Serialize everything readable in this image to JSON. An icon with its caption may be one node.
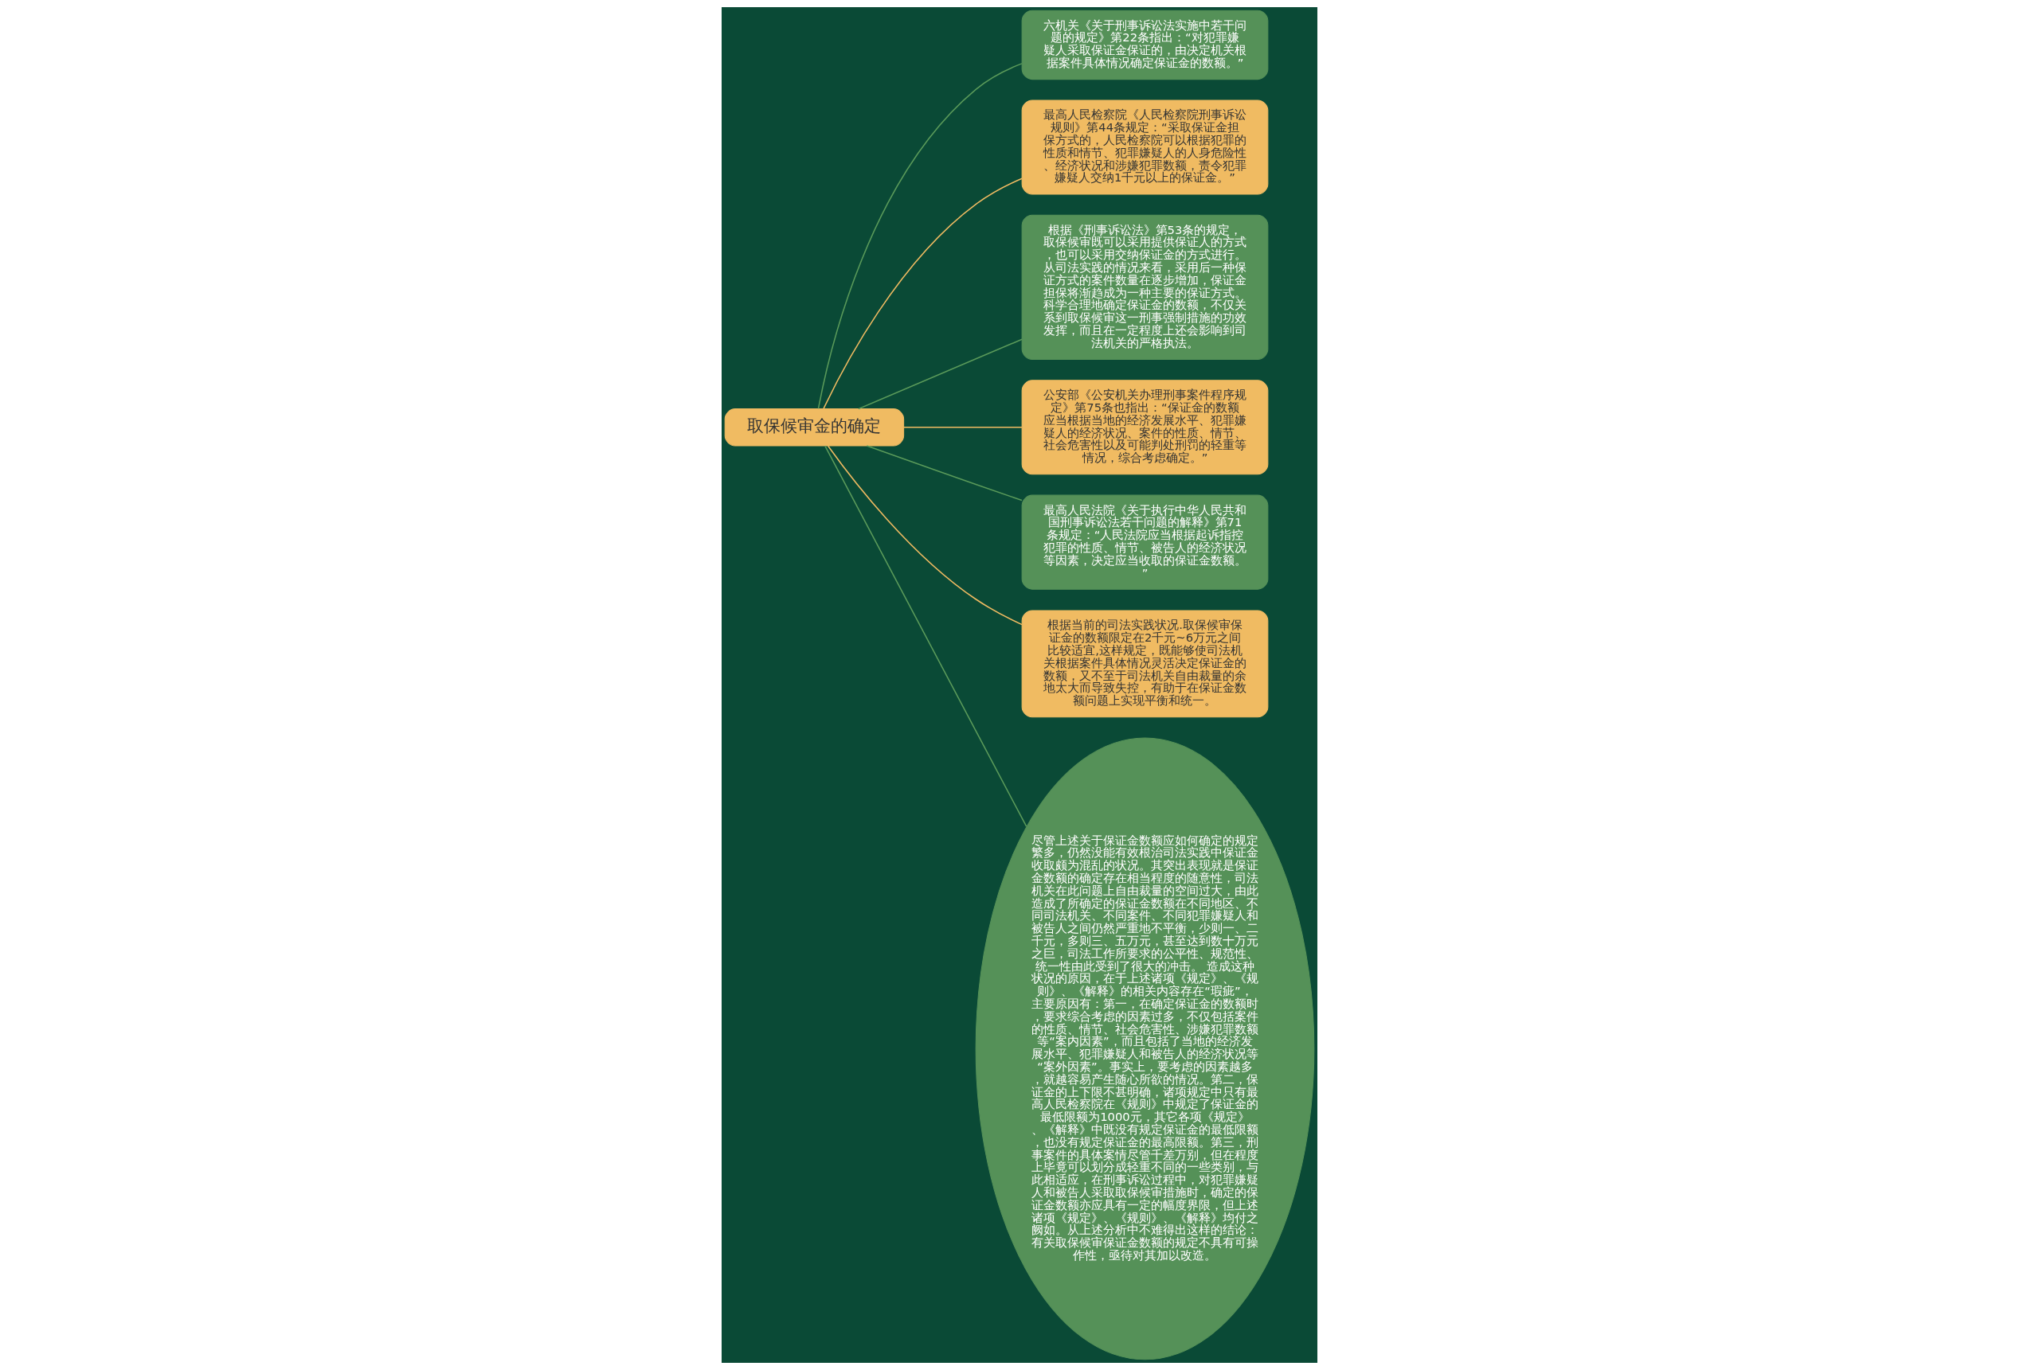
{
  "diagram": {
    "nodes": [
      {
        "text": [
          "取保候审金的确定"
        ]
      },
      {
        "text": [
          "六机关《关于刑事诉讼法实施中若干问题的规定》第22条指出：“对犯罪嫌疑人采取保证金保证的，由决定机关根据案件具体情况确定保证金的数额。”"
        ]
      },
      {
        "text": [
          "最高人民检察院《人民检察院刑事诉讼规则》第44条规定：“采取保证金担保方式的，人民检察院可以根据犯罪的性质和情节、犯罪嫌疑人的人身危险性、经济状况和涉嫌犯罪数额，责令犯罪嫌疑人交纳1千元以上的保证金。”"
        ]
      },
      {
        "text": [
          "根据《刑事诉讼法》第53条的规定，取保候审既可以采用提供保证人的方式，也可以采用交纳保证金的方式进行。从司法实践的情况来看，采用后一种保证方式的案件数量在逐步增加，保证金担保将渐趋成为一种主要的保证方式。科学合理地确定保证金的数额，不仅关系到取保候审这一刑事强制措施的功效发挥，而且在一定程度上还会影响到司法机关的严格执法。"
        ]
      },
      {
        "text": [
          "公安部《公安机关办理刑事案件程序规定》第75条也指出：“保证金的数额应当根据当地的经济发展水平、犯罪嫌疑人的经济状况、案件的性质、情节、社会危害性以及可能判处刑罚的轻重等情况，综合考虑确定。”"
        ]
      },
      {
        "text": [
          "最高人民法院《关于执行中华人民共和国刑事诉讼法若干问题的解释》第71条规定：“人民法院应当根据起诉指控犯罪的性质、情节、被告人的经济状况等因素，决定应当收取的保证金数额。”"
        ]
      },
      {
        "text": [
          "根据当前的司法实践状况.取保候审保证金的数额限定在2千元~6万元之间比较适宜,这样规定，既能够使司法机关根据案件具体情况灵活决定保证金的数额，又不至于司法机关自由裁量的余地太大而导致失控，有助于在保证金数额问题上实现平衡和统一。"
        ]
      },
      {
        "text": [
          "尽管上述关于保证金数额应如何确定的规定繁多，仍然没能有效根治司法实践中保证金收取颇为混乱的状况。其突出表现就是保证金数额的确定存在相当程度的随意性，司法机关在此问题上自由裁量的空间过大，由此造成了所确定的保证金数额在不同地区、不同司法机关、不同案件、不同犯罪嫌疑人和被告人之间仍然严重地不平衡，少则一、二千元，多则三、五万元，甚至达到数十万元之巨，司法工作所要求的公平性、规范性、统一性由此受到了很大的冲击。 造成这种状况的原因，在于上述诸项《规定》、《规则》、《解释》的相关内容存在“瑕疵”，主要原因有：第一，在确定保证金的数额时，要求综合考虑的因素过多，不仅包括案件的性质、情节、社会危害性、涉嫌犯罪数额等“案内因素”，而且包括了当地的经济发展水平、犯罪嫌疑人和被告人的经济状况等“案外因素”。事实上，要考虑的因素越多，就越容易产生随心所欲的情况。第二，保证金的上下限不甚明确，诸项规定中只有最高人民检察院在《规则》中规定了保证金的最低限额为1000元，其它各项《规定》、《解释》中既没有规定保证金的最低限额，也没有规定保证金的最高限额。第三，刑事案件的具体案情尽管千差万别，但在程度上毕竟可以划分成轻重不同的一些类别，与此相适应，在刑事诉讼过程中，对犯罪嫌疑人和被告人采取取保候审措施时，确定的保证金数额亦应具有一定的幅度界限，但上述诸项《规定》、《规则》、《解释》均付之阙如。从上述分析中不难得出这样的结论：有关取保候审保证金数额的规定不具有可操作性，亟待对其加以改造。"
        ]
      }
    ],
    "edges": [
      {
        "from": 0,
        "to": 1,
        "arrow": "none"
      },
      {
        "from": 0,
        "to": 2,
        "arrow": "none",
        "color": "#f0bb62"
      },
      {
        "from": 0,
        "to": 3,
        "arrow": "none"
      },
      {
        "from": 0,
        "to": 4,
        "arrow": "none",
        "color": "#f0bb62"
      },
      {
        "from": 0,
        "to": 5,
        "arrow": "none"
      },
      {
        "from": 0,
        "to": 6,
        "arrow": "none",
        "color": "#f0bb62"
      },
      {
        "from": 0,
        "to": 7,
        "arrow": "none"
      }
    ]
  }
}
